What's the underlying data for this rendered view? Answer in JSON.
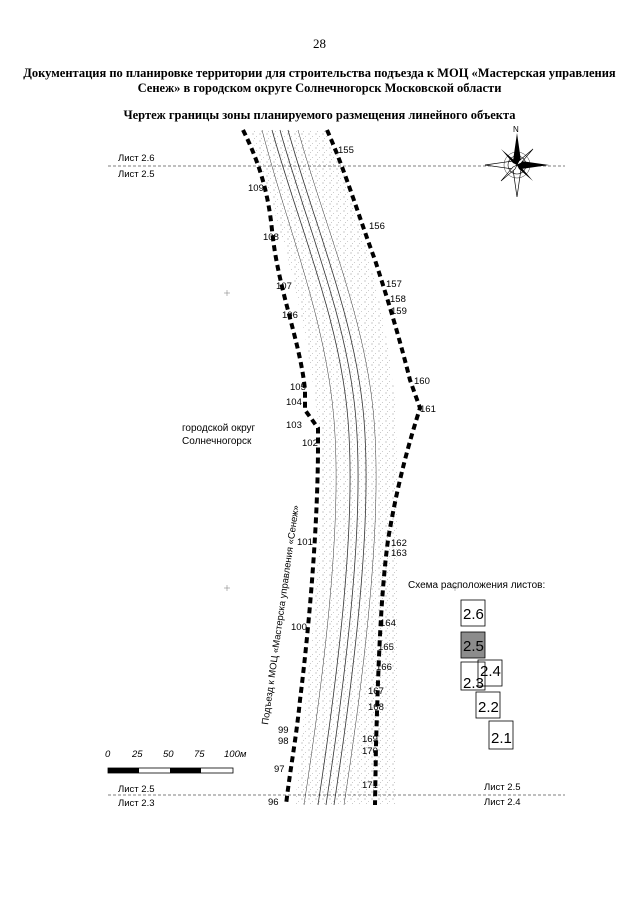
{
  "page_number": "28",
  "title": "Документация по планировке территории для строительства подъезда к МОЦ «Мастерская управления Сенеж» в городском округе Солнечногорск Московской области",
  "subtitle": "Чертеж границы зоны планируемого размещения линейного объекта",
  "compass_north": "N",
  "sheet_lines": {
    "top_left_upper": "Лист 2.6",
    "top_left_lower": "Лист 2.5",
    "bottom_left_upper": "Лист 2.5",
    "bottom_left_lower": "Лист 2.3",
    "bottom_right_upper": "Лист 2.5",
    "bottom_right_lower": "Лист 2.4"
  },
  "area_label_line1": "городской округ",
  "area_label_line2": "Солнечногорск",
  "road_label": "Подъезд к МОЦ «Мастерска управления «Сенеж»",
  "left_points": [
    "109",
    "108",
    "107",
    "106",
    "105",
    "104",
    "103",
    "102",
    "101",
    "100",
    "99",
    "98",
    "97",
    "96"
  ],
  "right_points": [
    "155",
    "156",
    "157",
    "158",
    "159",
    "160",
    "161",
    "162",
    "163",
    "164",
    "165",
    "166",
    "167",
    "168",
    "169",
    "170",
    "171"
  ],
  "scale_bar": {
    "ticks": [
      "0",
      "25",
      "50",
      "75",
      "100м"
    ]
  },
  "sheet_schema": {
    "title": "Схема расположения листов:",
    "tiles": [
      "2.6",
      "2.5",
      "2.4",
      "2.3",
      "2.2",
      "2.1"
    ],
    "current": "2.5",
    "current_color": "#8c8c8c"
  },
  "colors": {
    "boundary": "#000000",
    "road_lines": "#333333",
    "terrain": "#bdbdbd"
  }
}
